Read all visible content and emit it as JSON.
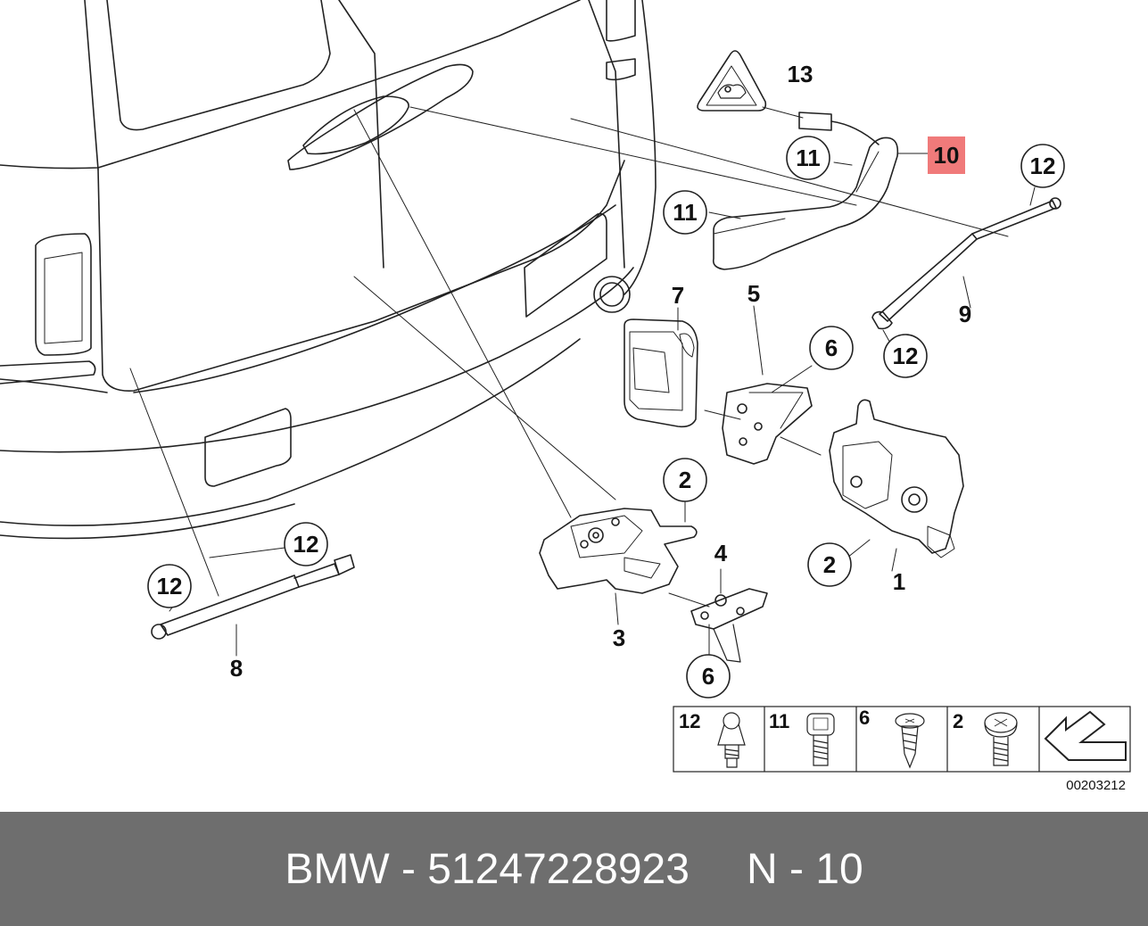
{
  "callouts": {
    "c1": "1",
    "c2a": "2",
    "c2b": "2",
    "c3": "3",
    "c4": "4",
    "c5": "5",
    "c6a": "6",
    "c6b": "6",
    "c7": "7",
    "c8": "8",
    "c9": "9",
    "c10": "10",
    "c11a": "11",
    "c11b": "11",
    "c12a": "12",
    "c12b": "12",
    "c12c": "12",
    "c12d": "12",
    "c13": "13"
  },
  "highlight_color": "#f07a7a",
  "legend": {
    "items": [
      {
        "number": "12",
        "part": "ball-stud"
      },
      {
        "number": "11",
        "part": "socket-head-bolt"
      },
      {
        "number": "6",
        "part": "self-tapping-screw"
      },
      {
        "number": "2",
        "part": "torx-screw"
      }
    ],
    "arrow": "arrow-icon"
  },
  "diagram_code": "00203212",
  "footer": {
    "brand": "BMW",
    "separator": "-",
    "part_number": "51247228923",
    "position_label": "N",
    "position_number": "10"
  }
}
